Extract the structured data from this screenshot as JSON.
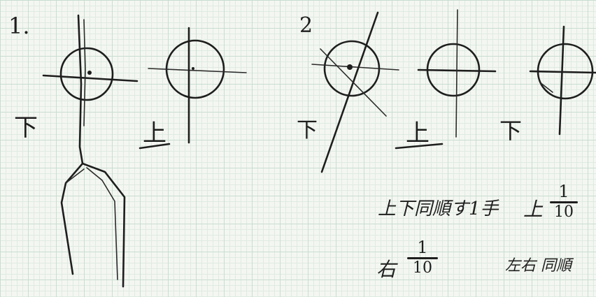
{
  "section1": {
    "number": "1.",
    "labels": {
      "first": "下",
      "second": "上"
    }
  },
  "section2": {
    "number": "2",
    "labels": {
      "first": "下",
      "second": "上",
      "third": "下"
    }
  },
  "notes": {
    "line1_text": "上下同順す1手",
    "line1_prefix": "上",
    "line1_frac_num": "1",
    "line1_frac_den": "10",
    "line2_prefix": "右",
    "line2_frac_num": "1",
    "line2_frac_den": "10",
    "line2_suffix": "左右 同順"
  }
}
